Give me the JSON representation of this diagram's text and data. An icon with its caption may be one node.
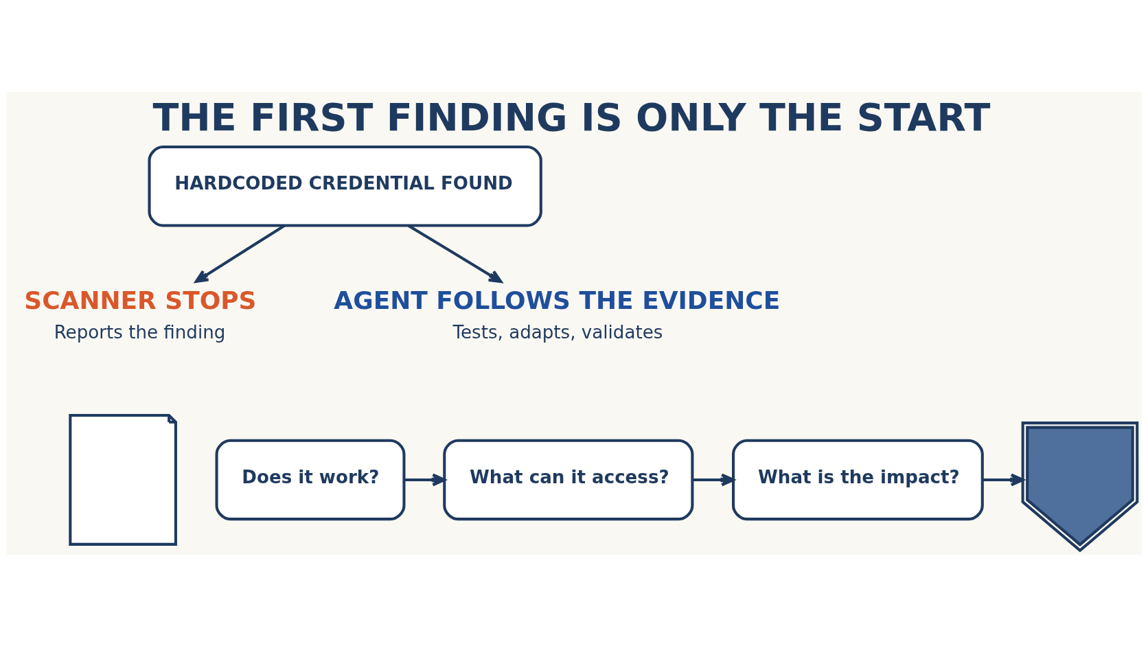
{
  "diagram": {
    "title": "THE FIRST FINDING IS ONLY THE START",
    "nodes": [
      {
        "text": [
          "HARDCODED CREDENTIAL FOUND"
        ]
      },
      {
        "text": [
          "SCANNER STOPS",
          "Reports the finding"
        ]
      },
      {
        "text": [
          "AGENT FOLLOWS THE EVIDENCE",
          "Tests, adapts, validates"
        ]
      },
      {
        "text": [],
        "shape": "document"
      },
      {
        "text": [
          "Does it work?"
        ]
      },
      {
        "text": [
          "What can it access?"
        ]
      },
      {
        "text": [
          "What is the impact?"
        ]
      },
      {
        "text": [],
        "shape": "shield"
      }
    ],
    "edges": [
      {
        "from": 0,
        "to": 1,
        "arrow": "to"
      },
      {
        "from": 0,
        "to": 2,
        "arrow": "to"
      },
      {
        "from": 4,
        "to": 5,
        "arrow": "to"
      },
      {
        "from": 5,
        "to": 6,
        "arrow": "to"
      },
      {
        "from": 6,
        "to": 7,
        "arrow": "to"
      }
    ]
  }
}
